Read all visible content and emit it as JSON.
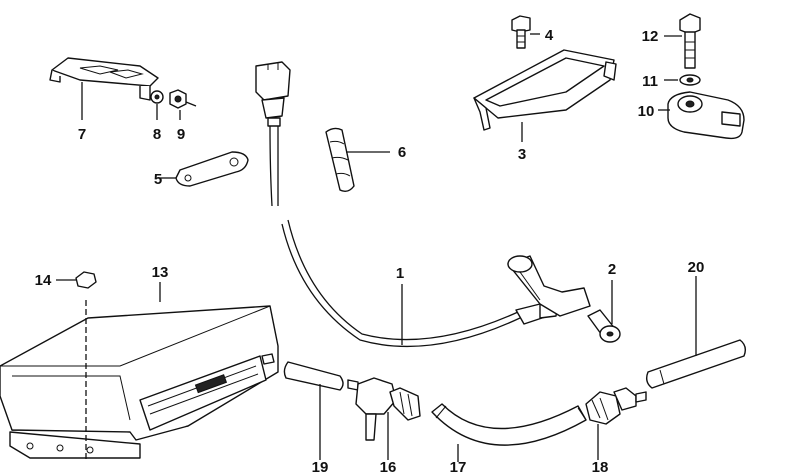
{
  "callouts": {
    "c1": "1",
    "c2": "2",
    "c3": "3",
    "c4": "4",
    "c5": "5",
    "c6": "6",
    "c7": "7",
    "c8": "8",
    "c9": "9",
    "c10": "10",
    "c11": "11",
    "c12": "12",
    "c13": "13",
    "c14": "14",
    "c16": "16",
    "c17": "17",
    "c18": "18",
    "c19": "19",
    "c20": "20"
  },
  "colors": {
    "ink": "#111111",
    "paper": "#ffffff"
  }
}
